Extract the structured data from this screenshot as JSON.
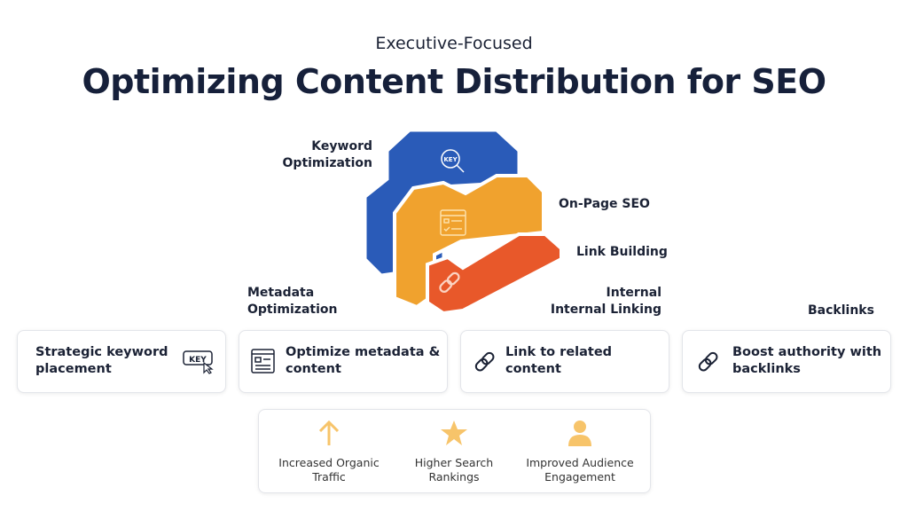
{
  "subtitle": "Executive-Focused",
  "title": "Optimizing Content Distribution for SEO",
  "diagram_labels": {
    "keyword": "Keyword\nOptimization",
    "onpage": "On-Page SEO",
    "link": "Link Building",
    "metadata": "Metadata\nOptimization",
    "internal": "Internal\nInternal Linking",
    "backlinks": "Backlinks"
  },
  "colors": {
    "blue": "#2a5bb8",
    "orange": "#f0a22e",
    "red": "#e8582a",
    "benefit_icon": "#f7c46a"
  },
  "cards": [
    {
      "text": "Strategic keyword placement",
      "icon": "key-cursor-icon"
    },
    {
      "text": "Optimize metadata & content",
      "icon": "document-icon"
    },
    {
      "text": "Link to related content",
      "icon": "link-icon"
    },
    {
      "text": "Boost authority with backlinks",
      "icon": "link-icon"
    }
  ],
  "benefits": [
    {
      "text": "Increased Organic Traffic",
      "icon": "arrow-up-icon"
    },
    {
      "text": "Higher Search Rankings",
      "icon": "star-icon"
    },
    {
      "text": "Improved Audience Engagement",
      "icon": "user-icon"
    }
  ]
}
